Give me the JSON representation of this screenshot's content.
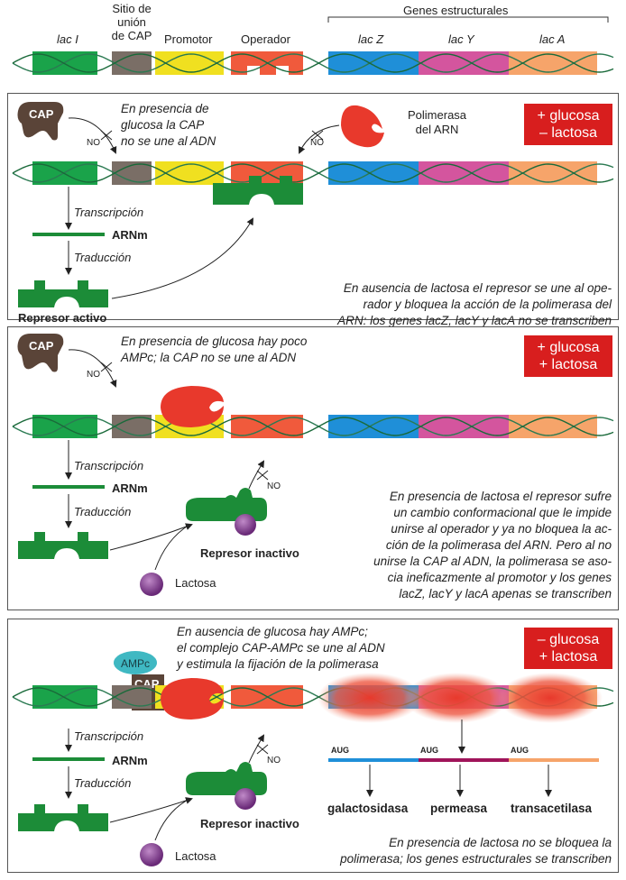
{
  "colors": {
    "lacI": "#1aa34a",
    "cap_site": "#7a6e66",
    "promotor": "#f0e020",
    "operador": "#f05a3c",
    "lacZ": "#1f8fd8",
    "lacY": "#d4559e",
    "lacA": "#f6a46a",
    "represor": "#1c8c38",
    "cap": "#5a4438",
    "polimerasa": "#e8392c",
    "lactosa": "#7a3a86",
    "ampc": "#3fb8c2",
    "badge": "#d81e1e"
  },
  "top": {
    "lacI": "lac I",
    "cap_site": [
      "Sitio de",
      "unión",
      "de CAP"
    ],
    "promotor": "Promotor",
    "operador": "Operador",
    "estructurales": "Genes estructurales",
    "lacZ": "lac Z",
    "lacY": "lac Y",
    "lacA": "lac A"
  },
  "panel1": {
    "badge": [
      "+ glucosa",
      "– lactosa"
    ],
    "cap": "CAP",
    "no1": "NO",
    "no2": "NO",
    "note_pre": "En ",
    "note_bold": "presencia de glucosa",
    "note_lines": [
      "En presencia de",
      "glucosa la CAP",
      "no se une al ADN"
    ],
    "polimerasa": [
      "Polimerasa",
      "del ARN"
    ],
    "transcripcion": "Transcripción",
    "arnm": "ARNm",
    "traduccion": "Traducción",
    "represor": "Represor activo",
    "desc_bold": "ausencia de lactosa",
    "desc_lines": [
      "En ausencia de lactosa el represor se une al ope-",
      "rador y bloquea la acción de la polimerasa del",
      "ARN: los genes lacZ, lacY y lacA no se transcriben"
    ]
  },
  "panel2": {
    "badge": [
      "+ glucosa",
      "+ lactosa"
    ],
    "cap": "CAP",
    "no1": "NO",
    "no2": "NO",
    "note_lines": [
      "En presencia de glucosa hay poco",
      "AMPc; la CAP no se une al ADN"
    ],
    "transcripcion": "Transcripción",
    "arnm": "ARNm",
    "traduccion": "Traducción",
    "represor": "Represor inactivo",
    "lactosa": "Lactosa",
    "desc_lines": [
      "En presencia de lactosa el represor sufre",
      "un cambio conformacional que le impide",
      "unirse al operador y ya no bloquea la ac-",
      "ción de la polimerasa del ARN. Pero al no",
      "unirse la CAP al ADN, la polimerasa se aso-",
      "cia ineficazmente al promotor y los genes",
      "lacZ, lacY y lacA apenas se transcriben"
    ]
  },
  "panel3": {
    "badge": [
      "– glucosa",
      "+ lactosa"
    ],
    "ampc": "AMPc",
    "cap": "CAP",
    "no": "NO",
    "note_lines": [
      "En ausencia de glucosa hay AMPc;",
      "el complejo CAP-AMPc se une al ADN",
      "y estimula la fijación de la polimerasa"
    ],
    "transcripcion": "Transcripción",
    "arnm": "ARNm",
    "traduccion": "Traducción",
    "represor": "Represor inactivo",
    "lactosa": "Lactosa",
    "aug": "AUG",
    "productos": [
      "galactosidasa",
      "permeasa",
      "transacetilasa"
    ],
    "desc_lines": [
      "En presencia de lactosa no se bloquea la",
      "polimerasa; los genes estructurales se transcriben"
    ]
  }
}
